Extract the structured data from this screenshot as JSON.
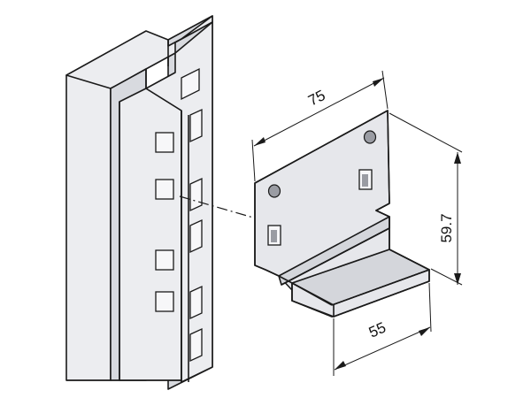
{
  "dimensions": {
    "width_top": "75",
    "height_right": "59.7",
    "depth_bottom": "55"
  }
}
